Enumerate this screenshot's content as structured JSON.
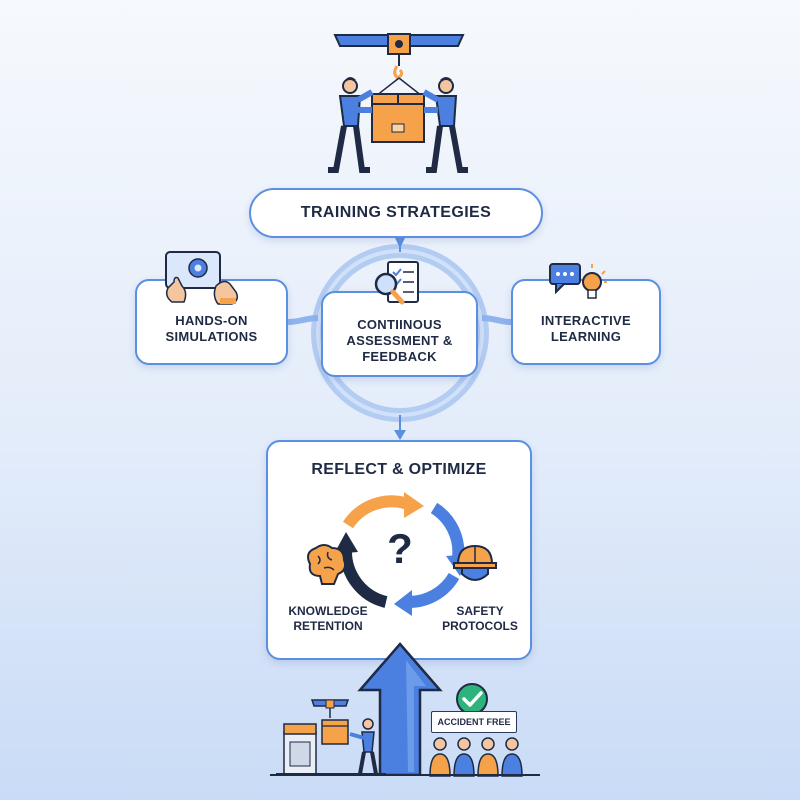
{
  "title": "TRAINING STRATEGIES",
  "strategies": [
    {
      "label": "HANDS-ON SIMULATIONS",
      "icon": "touchscreen-gear-icon"
    },
    {
      "label": "CONTIINOUS ASSESSMENT & FEEDBACK",
      "icon": "checklist-magnifier-icon"
    },
    {
      "label": "INTERACTIVE LEARNING",
      "icon": "chat-lightbulb-icon"
    }
  ],
  "reflect": {
    "title": "REFLECT & OPTIMIZE",
    "center_symbol": "?",
    "left_label": "KNOWLEDGE RETENTION",
    "right_label": "SAFETY PROTOCOLS"
  },
  "footer": {
    "badge": "ACCIDENT FREE"
  },
  "colors": {
    "accent_blue": "#5b8fe0",
    "accent_orange": "#f5a24b",
    "navy": "#1f2a44"
  }
}
